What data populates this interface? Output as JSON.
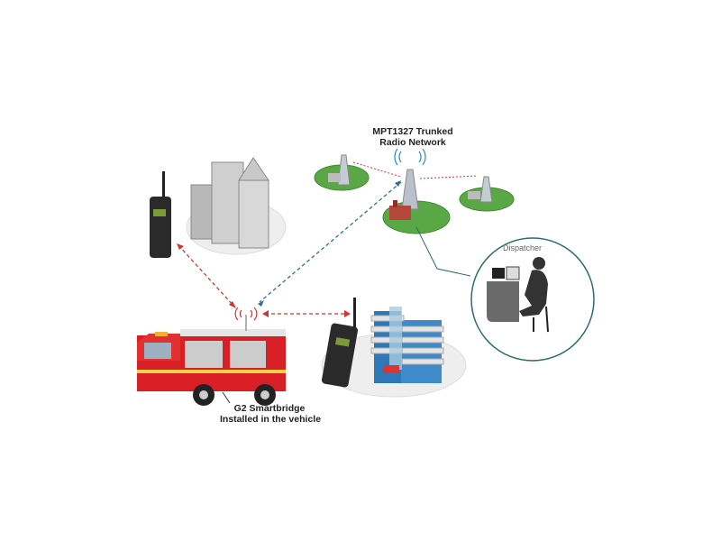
{
  "network": {
    "title_line1": "MPT1327 Trunked",
    "title_line2": "Radio Network"
  },
  "dispatcher": {
    "label": "Dispatcher"
  },
  "vehicle": {
    "label_line1": "G2 Smartbridge",
    "label_line2": "Installed in the vehicle"
  },
  "colors": {
    "green": "#5aa845",
    "red_link": "#d8322a",
    "blue_link": "#2f6f8f",
    "truck_red": "#d81f26",
    "circle": "#2f6b6b"
  }
}
